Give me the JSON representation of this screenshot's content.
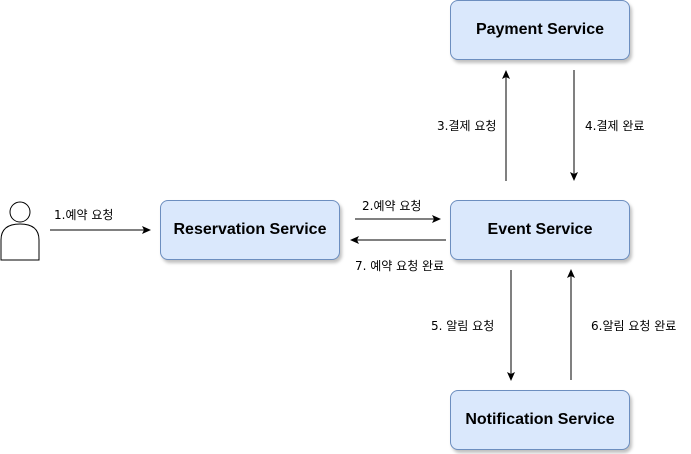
{
  "nodes": {
    "payment": "Payment Service",
    "reservation": "Reservation Service",
    "event": "Event Service",
    "notification": "Notification Service"
  },
  "edges": {
    "e1": "1.예약 요청",
    "e2": "2.예약 요청",
    "e3": "3.결제 요청",
    "e4": "4.결제 완료",
    "e5": "5. 알림 요청",
    "e6": "6.알림 요청 완료",
    "e7": "7. 예약 요청 완료"
  },
  "colors": {
    "box_fill": "#dae8fc",
    "box_stroke": "#6c8ebf",
    "line": "#000000"
  }
}
